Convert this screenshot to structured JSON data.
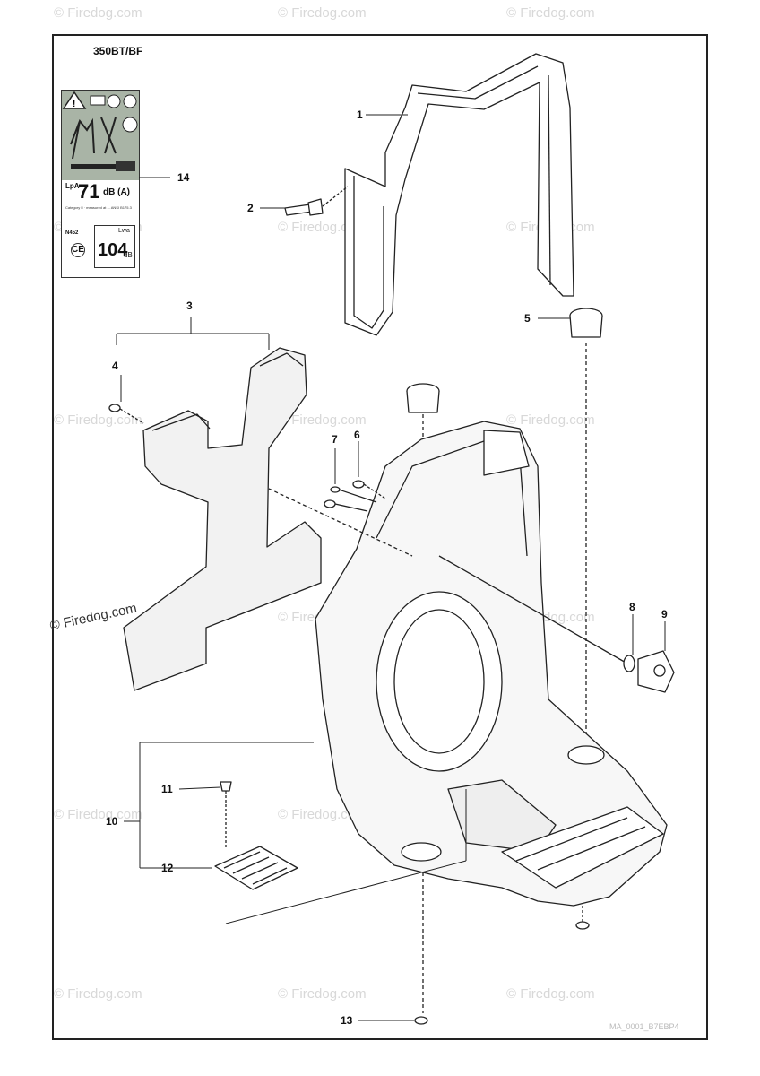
{
  "model": "350BT/BF",
  "watermark": "© Firedog.com",
  "corner_code": "MA_0001_B7EBP4",
  "decal": {
    "db_label": "LpA",
    "db_value": "71",
    "db_unit": "dB (A)",
    "fine_print": "Category II · measured at ... ANSI B175.3",
    "lwa_label": "Lwa",
    "lwa_value": "104",
    "lwa_unit": "dB",
    "ce_mark": "CE",
    "norm_code": "N452"
  },
  "callouts": [
    {
      "id": "1",
      "label": "1"
    },
    {
      "id": "2",
      "label": "2"
    },
    {
      "id": "3",
      "label": "3"
    },
    {
      "id": "4",
      "label": "4"
    },
    {
      "id": "5",
      "label": "5"
    },
    {
      "id": "6",
      "label": "6"
    },
    {
      "id": "7",
      "label": "7"
    },
    {
      "id": "8",
      "label": "8"
    },
    {
      "id": "9",
      "label": "9"
    },
    {
      "id": "10",
      "label": "10"
    },
    {
      "id": "11",
      "label": "11"
    },
    {
      "id": "12",
      "label": "12"
    },
    {
      "id": "13",
      "label": "13"
    },
    {
      "id": "14",
      "label": "14"
    }
  ]
}
